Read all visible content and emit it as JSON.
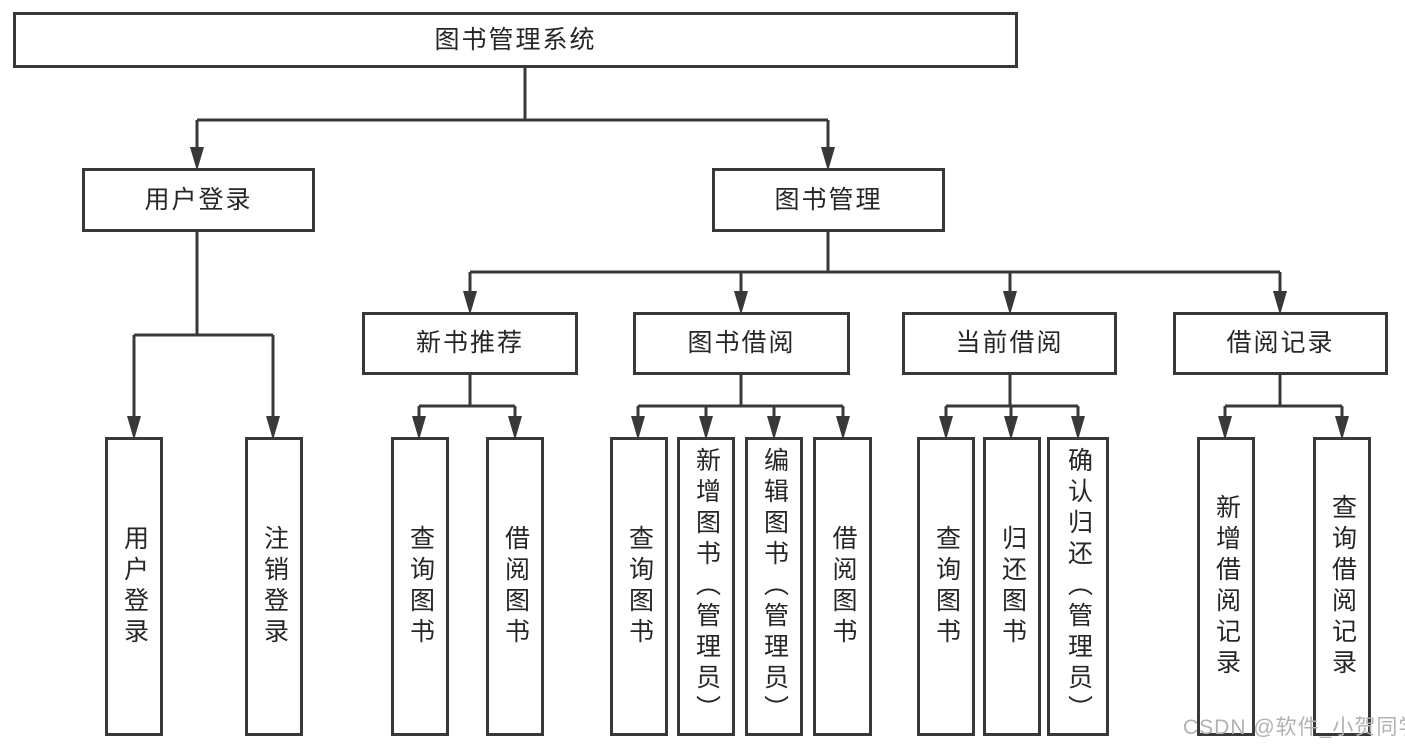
{
  "diagram": {
    "type": "hierarchy-tree",
    "colors": {
      "line": "#383838",
      "box_border": "#383838",
      "text": "#262626",
      "background": "#ffffff",
      "watermark": "#b2b2b2"
    },
    "nodes": {
      "root": {
        "label": "图书管理系统"
      },
      "user_login": {
        "label": "用户登录"
      },
      "book_management": {
        "label": "图书管理"
      },
      "new_book_recommend": {
        "label": "新书推荐"
      },
      "book_borrowing": {
        "label": "图书借阅"
      },
      "current_borrowing": {
        "label": "当前借阅"
      },
      "borrowing_records": {
        "label": "借阅记录"
      },
      "ul_user_login": {
        "label": "用户登录"
      },
      "ul_logout": {
        "label": "注销登录"
      },
      "nb_query_books": {
        "label": "查询图书"
      },
      "nb_borrow_books": {
        "label": "借阅图书"
      },
      "bb_query_books": {
        "label": "查询图书"
      },
      "bb_add_books": {
        "label": "新增图书（管理员）"
      },
      "bb_edit_books": {
        "label": "编辑图书（管理员）"
      },
      "bb_borrow_books": {
        "label": "借阅图书"
      },
      "cb_query_books": {
        "label": "查询图书"
      },
      "cb_return_books": {
        "label": "归还图书"
      },
      "cb_confirm_return": {
        "label": "确认归还（管理员）"
      },
      "br_add_record": {
        "label": "新增借阅记录"
      },
      "br_query_record": {
        "label": "查询借阅记录"
      }
    },
    "edges": [
      "root -> user_login",
      "root -> book_management",
      "user_login -> ul_user_login",
      "user_login -> ul_logout",
      "book_management -> new_book_recommend",
      "book_management -> book_borrowing",
      "book_management -> current_borrowing",
      "book_management -> borrowing_records",
      "new_book_recommend -> nb_query_books",
      "new_book_recommend -> nb_borrow_books",
      "book_borrowing -> bb_query_books",
      "book_borrowing -> bb_add_books",
      "book_borrowing -> bb_edit_books",
      "book_borrowing -> bb_borrow_books",
      "current_borrowing -> cb_query_books",
      "current_borrowing -> cb_return_books",
      "current_borrowing -> cb_confirm_return",
      "borrowing_records -> br_add_record",
      "borrowing_records -> br_query_record"
    ],
    "watermark": {
      "text": "CSDN @软件_小贺同学"
    }
  }
}
